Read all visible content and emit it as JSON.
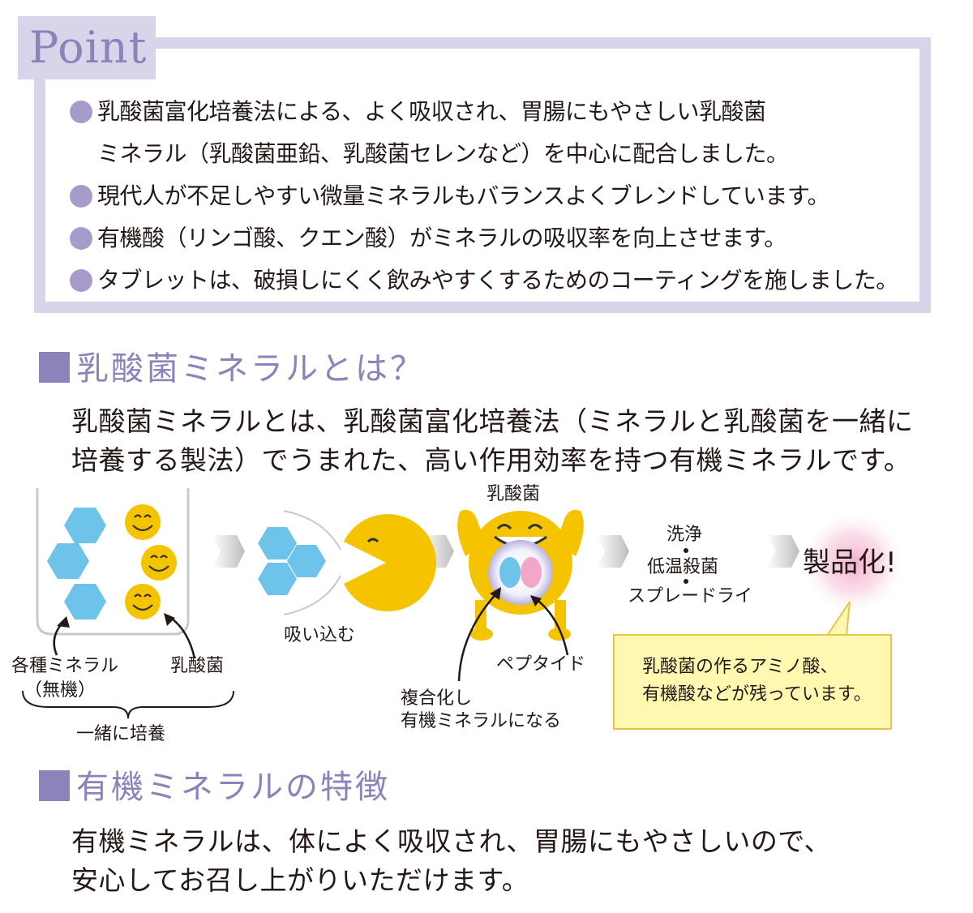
{
  "point": {
    "title": "Point",
    "items": [
      {
        "line1": "乳酸菌富化培養法による、よく吸収され、胃腸にもやさしい乳酸菌",
        "line2": "ミネラル（乳酸菌亜鉛、乳酸菌セレンなど）を中心に配合しました。"
      },
      {
        "line1": "現代人が不足しやすい微量ミネラルもバランスよくブレンドしています。"
      },
      {
        "line1": "有機酸（リンゴ酸、クエン酸）がミネラルの吸収率を向上させます。"
      },
      {
        "line1": "タブレットは、破損しにくく飲みやすくするためのコーティングを施しました。"
      }
    ]
  },
  "section1": {
    "heading": "乳酸菌ミネラルとは？",
    "line1": "乳酸菌ミネラルとは、乳酸菌富化培養法（ミネラルと乳酸菌を一緒に",
    "line2": "培養する製法）でうまれた、高い作用効率を持つ有機ミネラルです。"
  },
  "diagram": {
    "label_minerals_1": "各種ミネラル",
    "label_minerals_2": "（無機）",
    "label_bacteria": "乳酸菌",
    "label_together": "一緒に培養",
    "label_absorb": "吸い込む",
    "label_bacteria_top": "乳酸菌",
    "label_peptide": "ペプタイド",
    "label_complex_1": "複合化し",
    "label_complex_2": "有機ミネラルになる",
    "step_wash": "洗浄",
    "step_sterilize": "低温殺菌",
    "step_spraydry": "スプレードライ",
    "product": "製品化!",
    "callout_1": "乳酸菌の作るアミノ酸、",
    "callout_2": "有機酸などが残っています。",
    "colors": {
      "hexagon": "#6ec3ea",
      "smiley": "#f4c400",
      "accent": "#8e82ba"
    }
  },
  "section2": {
    "heading": "有機ミネラルの特徴",
    "line1": "有機ミネラルは、体によく吸収され、胃腸にもやさしいので、",
    "line2": "安心してお召し上がりいただけます。"
  }
}
